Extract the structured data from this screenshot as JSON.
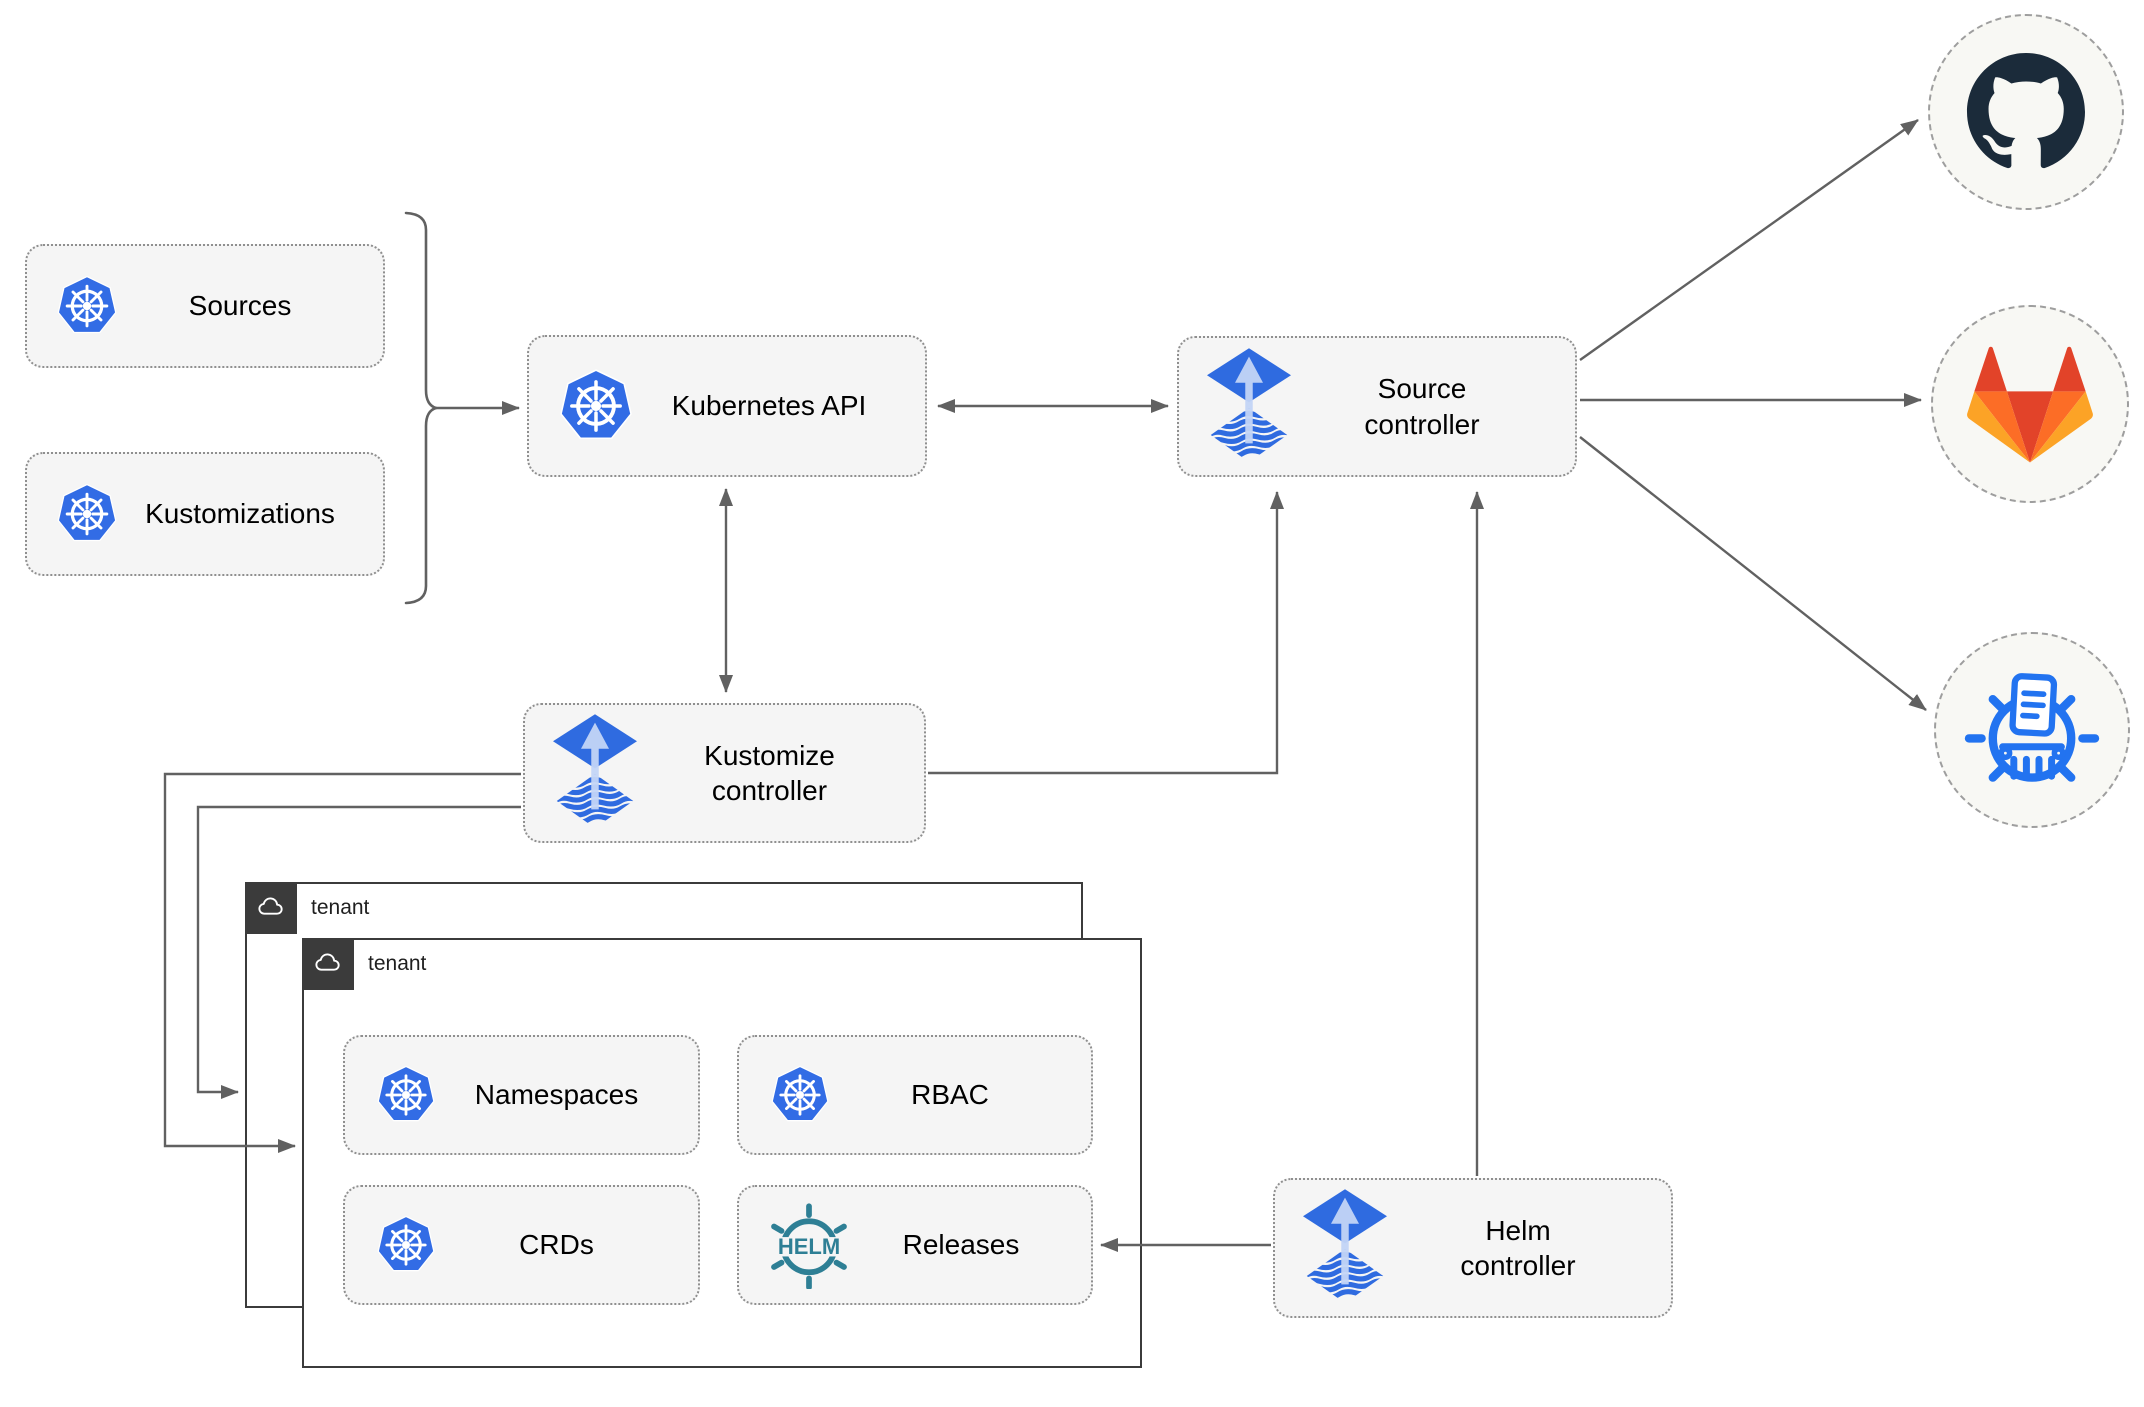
{
  "colors": {
    "canvas-bg": "#ffffff",
    "node-bg": "#f5f5f5",
    "node-border": "#8f8f8f",
    "edge-gray": "#616161",
    "tenant-border": "#3b3b3b",
    "tenant-tag-bg": "#3b3b3b",
    "label-color": "#000000",
    "tenant-label-color": "#1f1f1f",
    "k8s-blue": "#326ce5",
    "flux-blue": "#2f6be0",
    "flux-arrow-light": "#c3d5f7",
    "helm-teal": "#2e7f95",
    "github-dark": "#1b2b3a",
    "gitlab-dark-orange": "#e24329",
    "gitlab-orange": "#fc6d26",
    "gitlab-light-orange": "#fca326",
    "registry-blue": "#2273f0",
    "remote-circle-bg": "#f8f8f4",
    "remote-circle-border": "#9e9e9e"
  },
  "nodes": {
    "sources": {
      "label": "Sources",
      "icon": "kubernetes-icon"
    },
    "kustomizations": {
      "label": "Kustomizations",
      "icon": "kubernetes-icon"
    },
    "kubernetes_api": {
      "label": "Kubernetes API",
      "icon": "kubernetes-icon"
    },
    "source_controller": {
      "lines": [
        "Source",
        "controller"
      ],
      "icon": "flux-icon"
    },
    "kustomize_controller": {
      "lines": [
        "Kustomize",
        "controller"
      ],
      "icon": "flux-icon"
    },
    "helm_controller": {
      "lines": [
        "Helm",
        "controller"
      ],
      "icon": "flux-icon"
    },
    "namespaces": {
      "label": "Namespaces",
      "icon": "kubernetes-icon"
    },
    "rbac": {
      "label": "RBAC",
      "icon": "kubernetes-icon"
    },
    "crds": {
      "label": "CRDs",
      "icon": "kubernetes-icon"
    },
    "releases": {
      "label": "Releases",
      "icon": "helm-icon"
    },
    "tenant_back": {
      "label": "tenant",
      "icon": "cloud-icon"
    },
    "tenant_front": {
      "label": "tenant",
      "icon": "cloud-icon"
    }
  },
  "remotes": {
    "github": {
      "icon": "github-icon"
    },
    "gitlab": {
      "icon": "gitlab-icon"
    },
    "registry": {
      "icon": "chartmuseum-registry-icon"
    }
  },
  "logo_text": {
    "helm": "HELM"
  },
  "edges": [
    {
      "from": "sources-and-kustomizations",
      "to": "kubernetes-api",
      "type": "arrow"
    },
    {
      "from": "kubernetes-api",
      "to": "source-controller",
      "type": "double-arrow"
    },
    {
      "from": "kubernetes-api",
      "to": "kustomize-controller",
      "type": "double-arrow"
    },
    {
      "from": "kustomize-controller",
      "to": "source-controller",
      "type": "arrow"
    },
    {
      "from": "helm-controller",
      "to": "source-controller",
      "type": "arrow"
    },
    {
      "from": "helm-controller",
      "to": "releases",
      "type": "arrow"
    },
    {
      "from": "kustomize-controller",
      "to": "tenant-front",
      "type": "arrow"
    },
    {
      "from": "kustomize-controller",
      "to": "tenant-back",
      "type": "arrow"
    },
    {
      "from": "source-controller",
      "to": "github",
      "type": "arrow"
    },
    {
      "from": "source-controller",
      "to": "gitlab",
      "type": "arrow"
    },
    {
      "from": "source-controller",
      "to": "registry",
      "type": "arrow"
    }
  ]
}
